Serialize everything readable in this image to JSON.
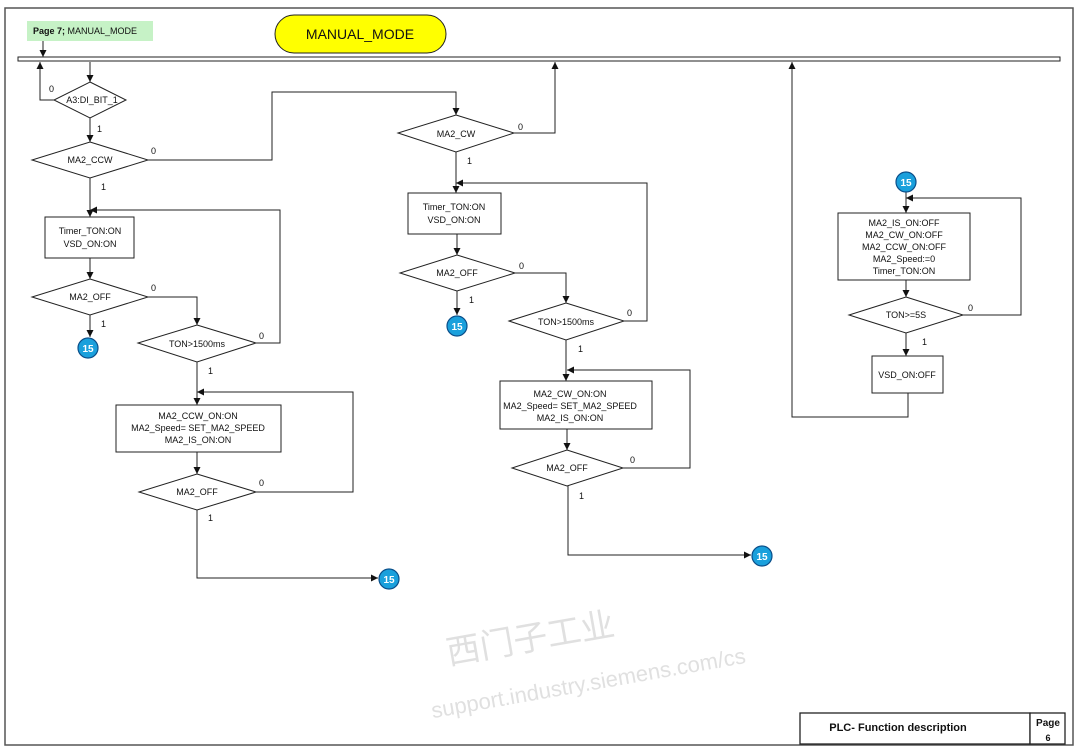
{
  "header": {
    "page_link": {
      "bold": "Page 7;",
      "text": " MANUAL_MODE"
    },
    "title": "MANUAL_MODE",
    "colors": {
      "title_fill": "#ffff00",
      "page_link_fill": "#c6f2c6",
      "connector": "#1aa0dc"
    }
  },
  "flow": {
    "left": {
      "d_input": "A3:DI_BIT_1",
      "d_ccw": "MA2_CCW",
      "box_timer": [
        "Timer_TON:ON",
        "VSD_ON:ON"
      ],
      "d_off1": "MA2_OFF",
      "d_ton": "TON>1500ms",
      "box_run": [
        "MA2_CCW_ON:ON",
        "MA2_Speed= SET_MA2_SPEED",
        "MA2_IS_ON:ON"
      ],
      "d_off2": "MA2_OFF"
    },
    "middle": {
      "d_cw": "MA2_CW",
      "box_timer": [
        "Timer_TON:ON",
        "VSD_ON:ON"
      ],
      "d_off1": "MA2_OFF",
      "d_ton": "TON>1500ms",
      "box_run": [
        "MA2_CW_ON:ON",
        "MA2_Speed= SET_MA2_SPEED",
        "MA2_IS_ON:ON"
      ],
      "d_off2": "MA2_OFF"
    },
    "right": {
      "box_stop": [
        "MA2_IS_ON:OFF",
        "MA2_CW_ON:OFF",
        "MA2_CCW_ON:OFF",
        "MA2_Speed:=0",
        "Timer_TON:ON"
      ],
      "d_ton": "TON>=5S",
      "box_vsd": "VSD_ON:OFF"
    },
    "branch_true": "1",
    "branch_false": "0",
    "connector_label": "15"
  },
  "watermark": {
    "cn": "西门子工业",
    "url": "support.industry.siemens.com/cs"
  },
  "footer": {
    "title": "PLC- Function description",
    "page_label": "Page",
    "page_number": "6"
  }
}
